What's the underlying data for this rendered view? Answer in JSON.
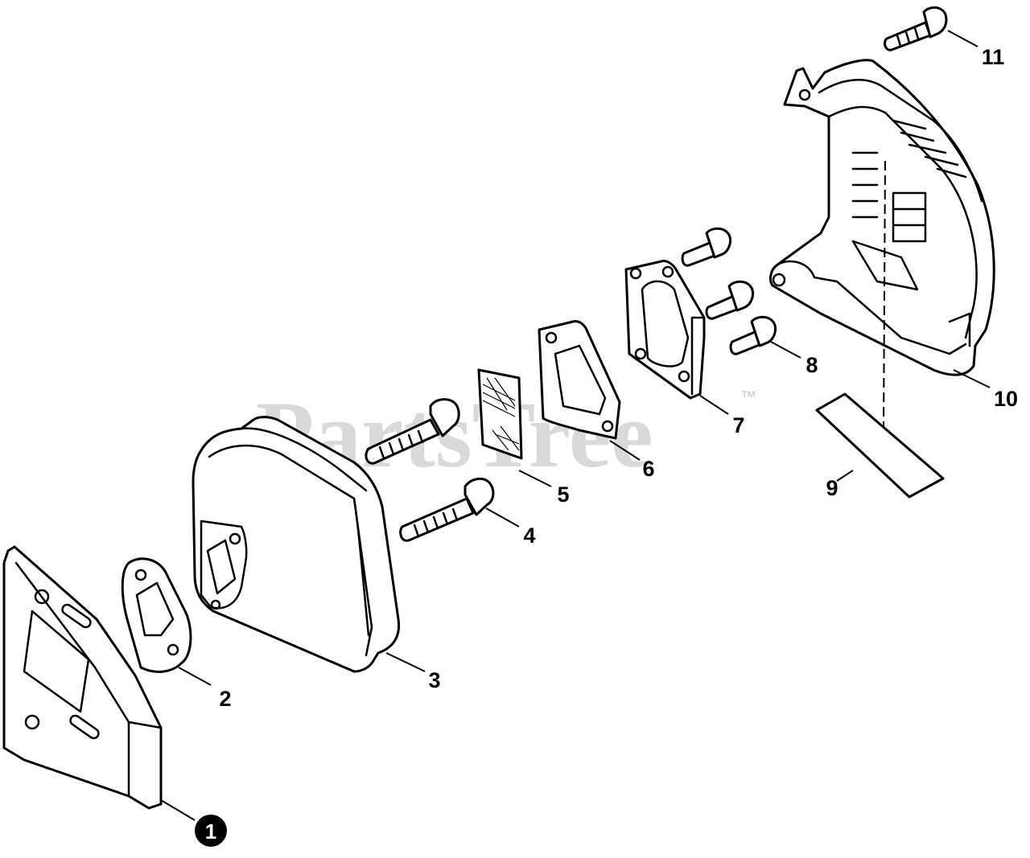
{
  "watermark": {
    "text": "PartsTree",
    "trademark": "™"
  },
  "callouts": {
    "c1": "1",
    "c2": "2",
    "c3": "3",
    "c4": "4",
    "c5": "5",
    "c6": "6",
    "c7": "7",
    "c8": "8",
    "c9": "9",
    "c10": "10",
    "c11": "11"
  },
  "highlight": {
    "marker_color": "#000000",
    "marker_text_color": "#ffffff",
    "highlighted_callout": "1"
  }
}
